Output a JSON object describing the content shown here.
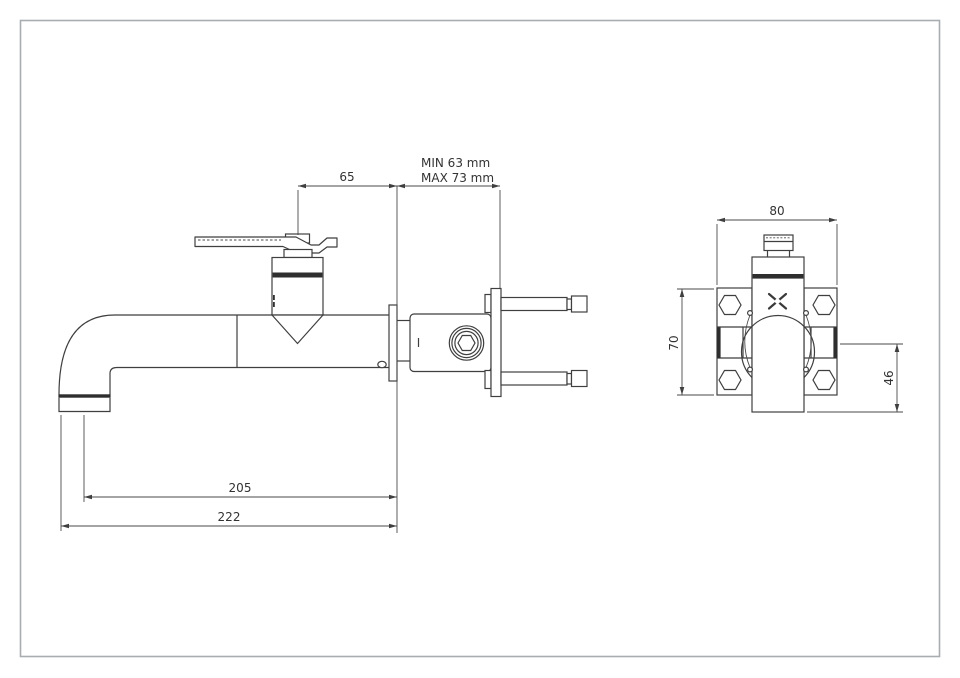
{
  "drawing": {
    "type": "technical-dimension-drawing",
    "subject": "wall-mounted basin tap, side view and front view",
    "line_color": "#3f3f3f",
    "border_color": "#a9adb0",
    "dimensions": {
      "handle_to_wall": "65",
      "min_depth": "MIN 63 mm",
      "max_depth": "MAX 73 mm",
      "spout_center_reach": "205",
      "spout_total_reach": "222",
      "body_width": "80",
      "bracket_height": "70",
      "center_to_bottom": "46"
    }
  }
}
